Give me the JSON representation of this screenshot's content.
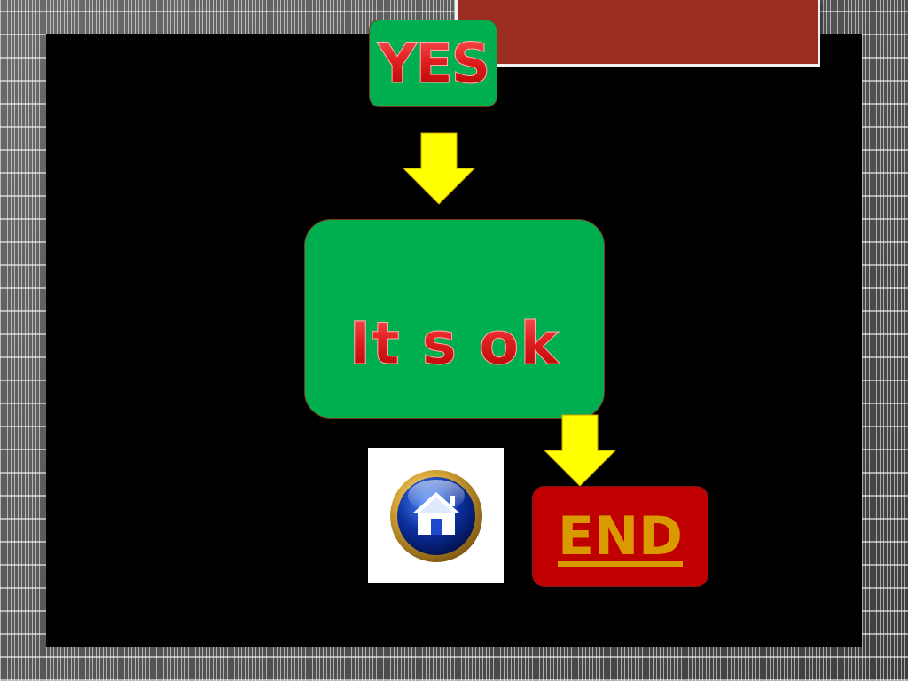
{
  "flow": {
    "yes_label": "YES",
    "ok_label": "It s ok",
    "end_label": "END"
  },
  "icons": {
    "arrow": "arrow-down-icon",
    "home": "home-icon"
  },
  "colors": {
    "slide_background": "#000000",
    "title_banner": "#9b2d22",
    "box_green": "#00b050",
    "box_red": "#c00000",
    "arrow_yellow": "#ffff00",
    "text_red": "#e02020",
    "end_text": "#d99a00"
  }
}
